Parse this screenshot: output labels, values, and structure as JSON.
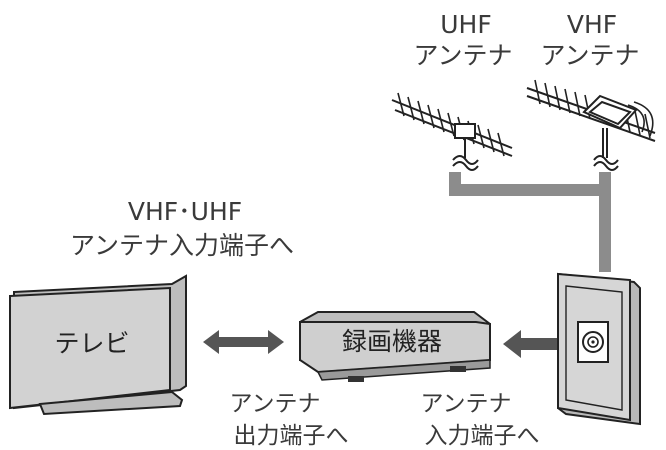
{
  "labels": {
    "uhf_antenna": [
      "UHF",
      "アンテナ"
    ],
    "vhf_antenna": [
      "VHF",
      "アンテナ"
    ],
    "tv_input": [
      "VHF･UHF",
      "アンテナ入力端子へ"
    ],
    "tv": "テレビ",
    "recorder": "録画機器",
    "recorder_output": [
      "アンテナ",
      "出力端子へ"
    ],
    "recorder_input": [
      "アンテナ",
      "入力端子へ"
    ]
  },
  "colors": {
    "device_fill": "#cfcfcf",
    "device_stroke": "#222222",
    "cable": "#8c8c8c",
    "arrow": "#555555",
    "text": "#3a3a3a"
  }
}
